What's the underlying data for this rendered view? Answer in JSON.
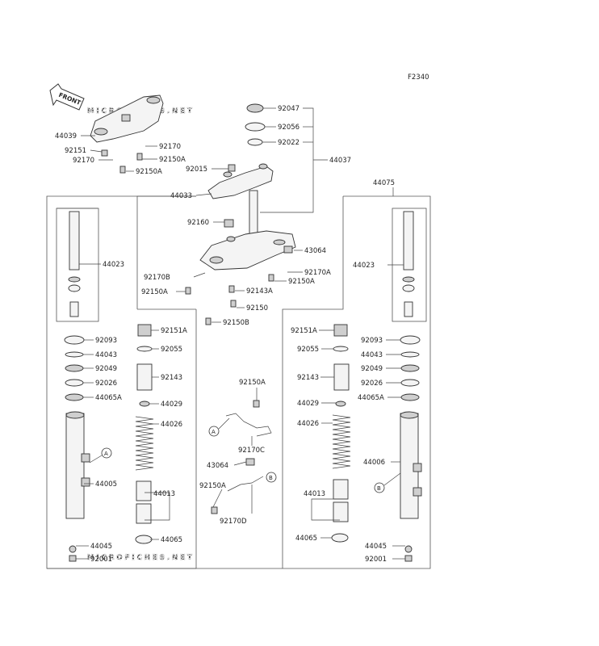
{
  "figure_code": "F2340",
  "watermark": "MICROFICHES.NET",
  "front_label": "FRONT",
  "parts": {
    "p92047": "92047",
    "p92056": "92056",
    "p92022": "92022",
    "p44037": "44037",
    "p44039": "44039",
    "p92170_top": "92170",
    "p92151_top": "92151",
    "p92170_left": "92170",
    "p92150A_top1": "92150A",
    "p92150A_top2": "92150A",
    "p92015": "92015",
    "p44033": "44033",
    "p44075": "44075",
    "p92160": "92160",
    "p43064_top": "43064",
    "p44023_left": "44023",
    "p44023_right": "44023",
    "p92170B": "92170B",
    "p92170A": "92170A",
    "p92150A_mid1": "92150A",
    "p92150A_mid2": "92150A",
    "p92143A": "92143A",
    "p92150": "92150",
    "p92150B": "92150B",
    "p92093_l": "92093",
    "p44043_l": "44043",
    "p92049_l": "92049",
    "p92026_l": "92026",
    "p44065A_l": "44065A",
    "p92151A_l": "92151A",
    "p92055_l": "92055",
    "p92143_l": "92143",
    "p44029_l": "44029",
    "p44026_l": "44026",
    "p44005": "44005",
    "p44013_l": "44013",
    "p44065_l": "44065",
    "p44045_l": "44045",
    "p92001_l": "92001",
    "p92150A_c": "92150A",
    "p92170C": "92170C",
    "p43064_c": "43064",
    "p92150A_c2": "92150A",
    "p92170D": "92170D",
    "p92151A_r": "92151A",
    "p92055_r": "92055",
    "p92143_r": "92143",
    "p44029_r": "44029",
    "p44026_r": "44026",
    "p44013_r": "44013",
    "p44065_r": "44065",
    "p92093_r": "92093",
    "p44043_r": "44043",
    "p92049_r": "92049",
    "p92026_r": "92026",
    "p44065A_r": "44065A",
    "p44006": "44006",
    "p44045_r": "44045",
    "p92001_r": "92001"
  },
  "markers": {
    "a1": "A",
    "b1": "B",
    "a2": "A",
    "b2": "B"
  }
}
